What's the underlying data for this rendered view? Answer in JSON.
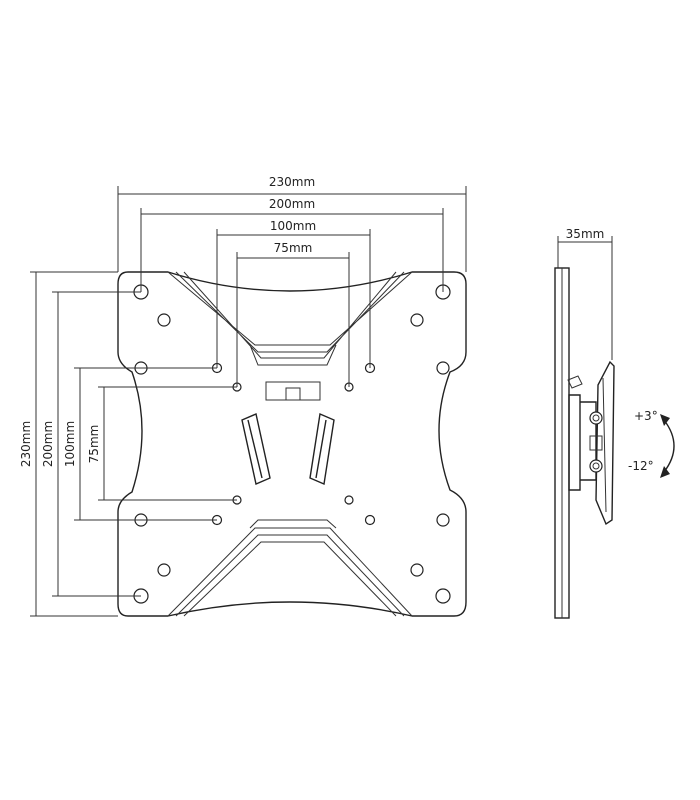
{
  "front_view": {
    "dims_horizontal": [
      "230mm",
      "200mm",
      "100mm",
      "75mm"
    ],
    "dims_vertical": [
      "230mm",
      "200mm",
      "100mm",
      "75mm"
    ]
  },
  "side_view": {
    "depth": "35mm",
    "tilt_up": "+3°",
    "tilt_down": "-12°"
  }
}
